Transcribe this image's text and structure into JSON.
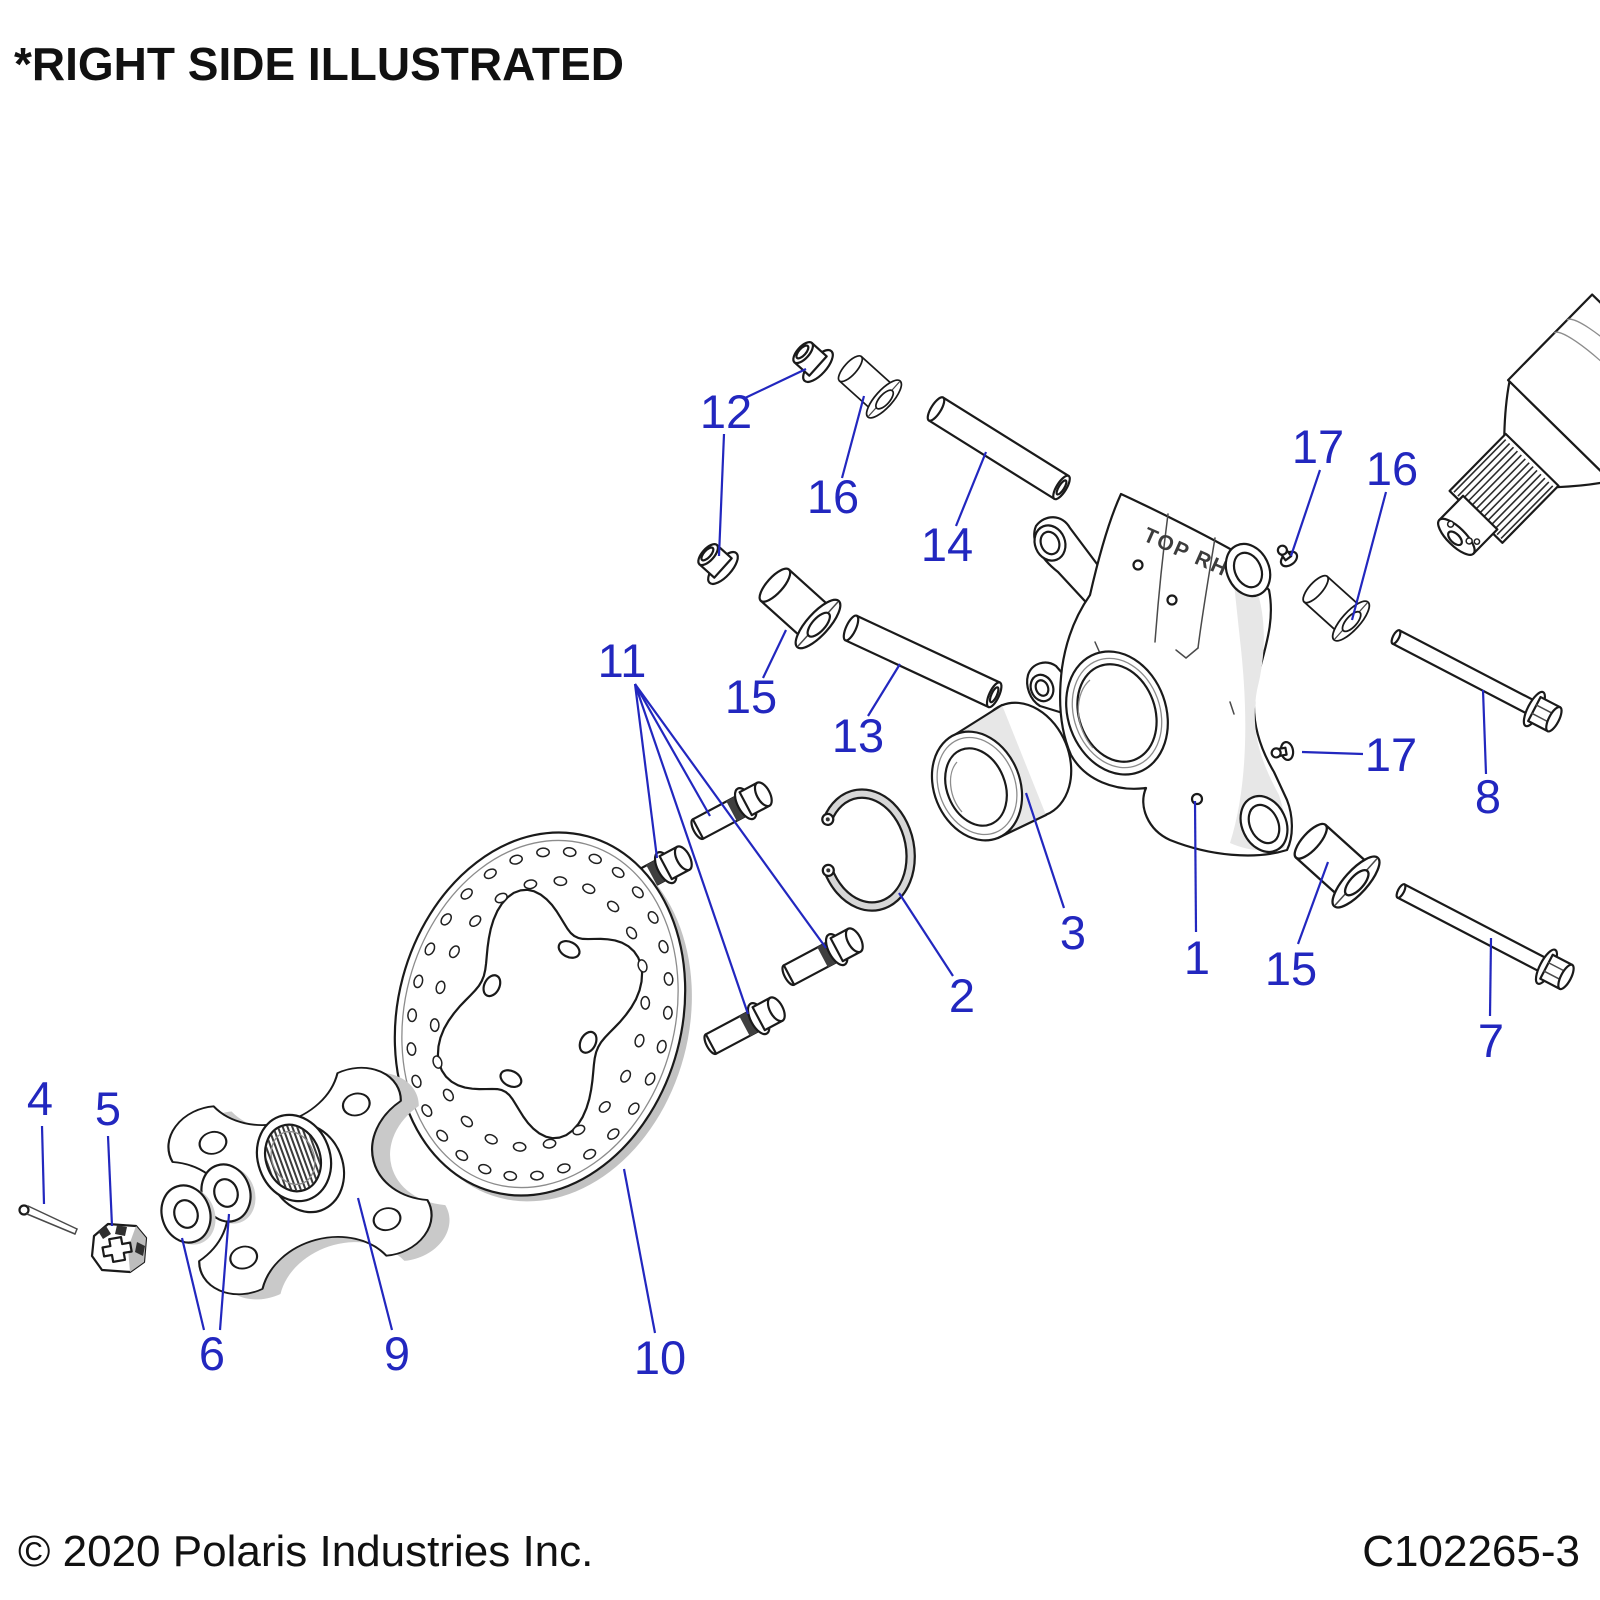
{
  "page": {
    "title": "*RIGHT SIDE ILLUSTRATED",
    "copyright": "© 2020 Polaris Industries Inc.",
    "diagram_code": "C102265-3"
  },
  "knuckle": {
    "marking": "TOP RH"
  },
  "colors": {
    "callout_blue": "#2227bf",
    "outline": "#1a1a1a",
    "disc_gray": "#d8d8d8"
  },
  "callouts": [
    "12",
    "16",
    "14",
    "15",
    "13",
    "11",
    "2",
    "3",
    "1",
    "15",
    "17",
    "16",
    "17",
    "8",
    "7",
    "4",
    "5",
    "6",
    "9",
    "10"
  ]
}
